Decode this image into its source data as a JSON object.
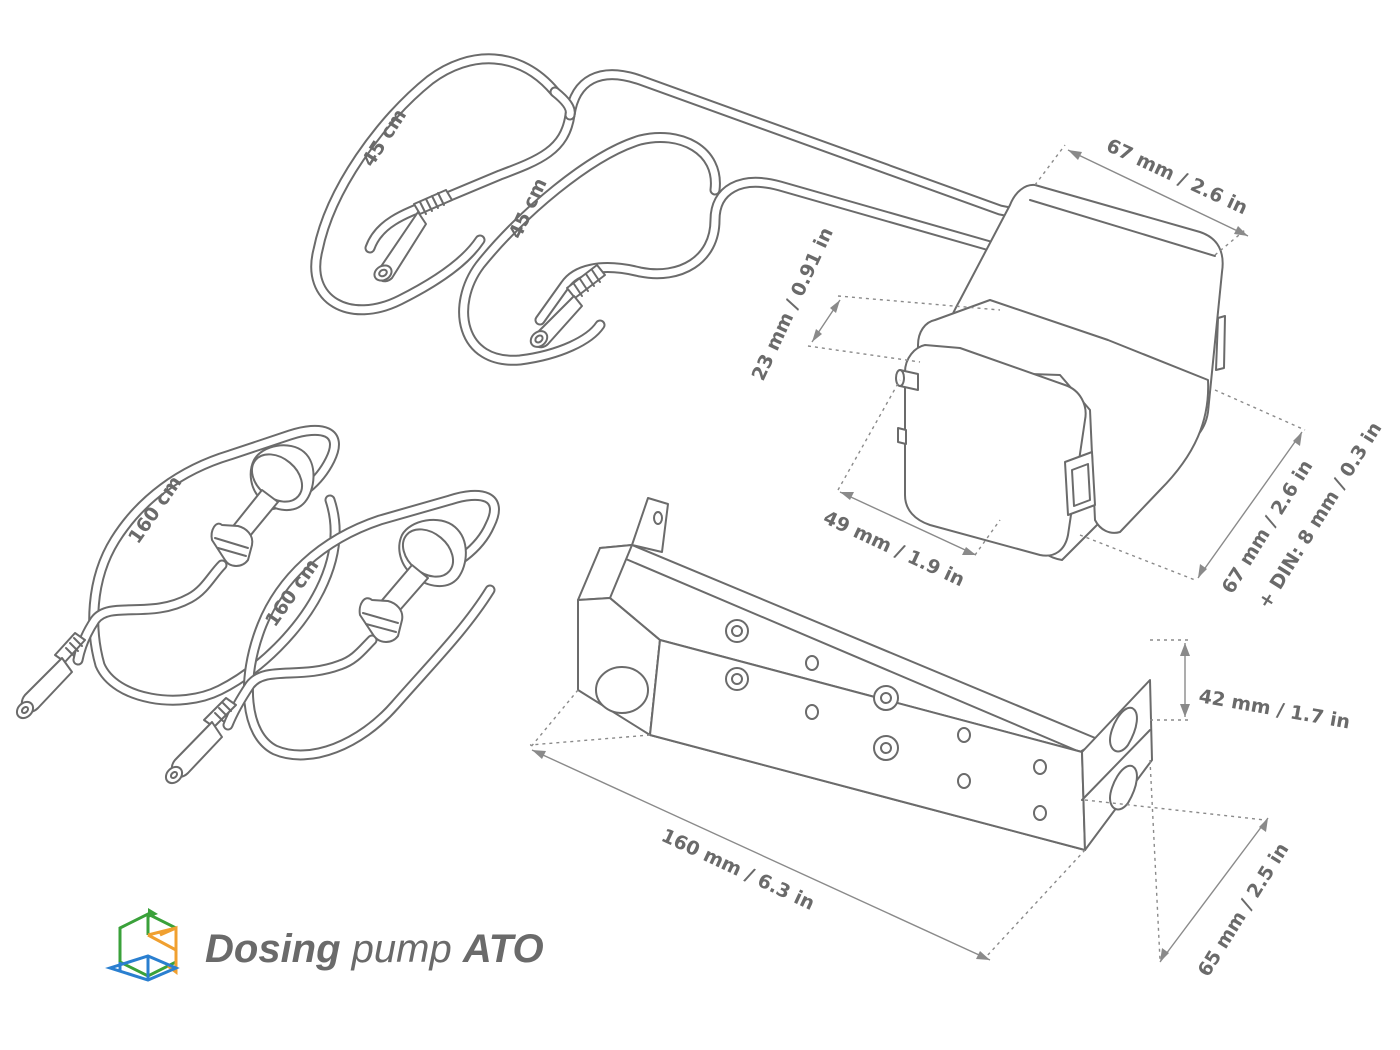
{
  "dimensions": {
    "cable_top_1": "45 cm",
    "cable_top_2": "45 cm",
    "pump_width": "67 mm / 2.6 in",
    "pump_height_outlet": "23 mm / 0.91 in",
    "pump_depth_head": "49 mm / 1.9 in",
    "pump_depth_line1": "67 mm / 2.6 in",
    "pump_depth_line2": "+ DIN: 8 mm / 0.3 in",
    "sensor_cable_1": "160 cm",
    "sensor_cable_2": "160 cm",
    "bracket_length": "160 mm / 6.3 in",
    "bracket_height": "42 mm / 1.7 in",
    "bracket_depth": "65 mm / 2.5 in"
  },
  "logo": {
    "word1": "Dosing",
    "word2": "pump",
    "word3": "ATO",
    "colors": {
      "green": "#3aa13a",
      "orange": "#f0a030",
      "blue": "#2a7fd0"
    }
  }
}
